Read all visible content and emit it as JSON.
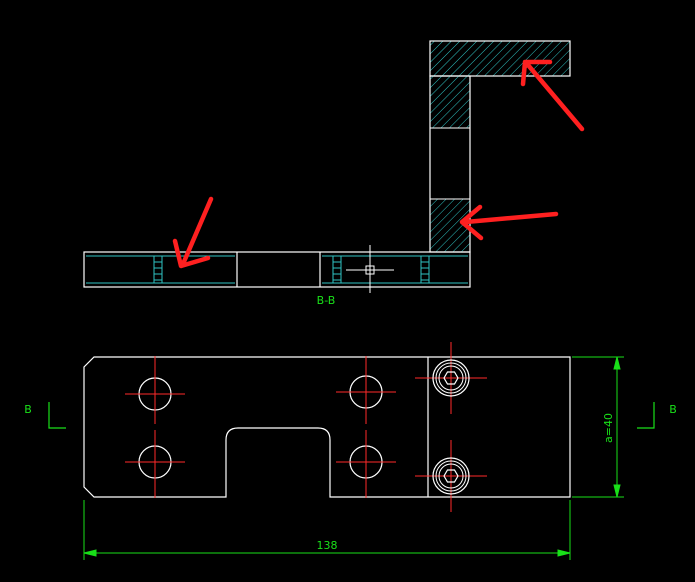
{
  "canvas": {
    "background": "#000000"
  },
  "colors": {
    "outline": "#ffffff",
    "hatch": "#2fc4c4",
    "centerline": "#ff2a2a",
    "dimension": "#19e019",
    "annotation_arrow": "#ff2020",
    "crosshair": "#ffffff"
  },
  "labels": {
    "section_title": "B-B",
    "section_marker_left": "B",
    "section_marker_right": "B",
    "dimension_length": "138",
    "dimension_height": "a=40"
  },
  "annotations": [
    {
      "name": "arrow-top-right",
      "target": "top-flange-section"
    },
    {
      "name": "arrow-mid-right",
      "target": "vertical-wall-section"
    },
    {
      "name": "arrow-left",
      "target": "base-plate-section"
    }
  ],
  "icons": {
    "hole": "circle-icon",
    "bolt": "hex-socket-bolt-icon",
    "cursor": "crosshair-icon"
  }
}
